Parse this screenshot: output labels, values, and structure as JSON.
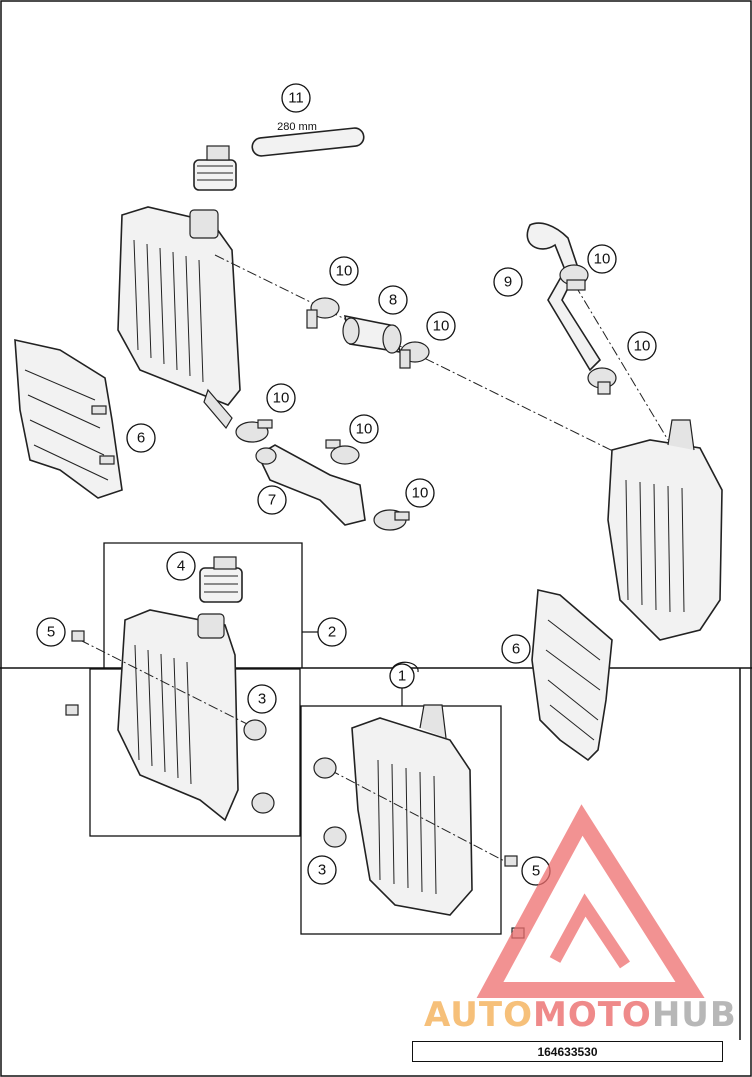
{
  "diagram": {
    "dimension_label": "280 mm",
    "reference_number": "164633530",
    "callouts": [
      "11",
      "10",
      "8",
      "10",
      "9",
      "10",
      "10",
      "10",
      "10",
      "7",
      "10",
      "6",
      "4",
      "5",
      "2",
      "3",
      "1",
      "3",
      "5",
      "6"
    ]
  },
  "watermark": {
    "text_part1": "AUTO",
    "text_part2": "MOTO",
    "text_part3": "HUB",
    "color_auto": "#f6c07a",
    "color_moto": "#ef8a8a",
    "color_hub": "#b7b7b7"
  }
}
